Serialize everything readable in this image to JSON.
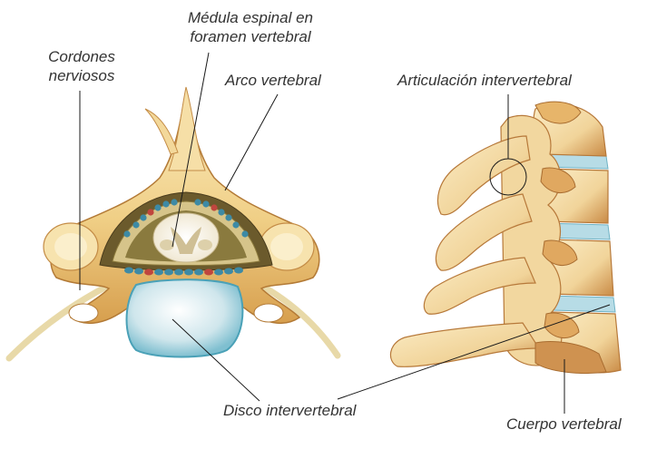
{
  "labels": {
    "medula_line1": "Médula espinal en",
    "medula_line2": "foramen vertebral",
    "cordones_line1": "Cordones",
    "cordones_line2": "nerviosos",
    "arco": "Arco vertebral",
    "articulacion": "Articulación intervertebral",
    "disco": "Disco intervertebral",
    "cuerpo": "Cuerpo vertebral"
  },
  "colors": {
    "bone": "#f0cf86",
    "bone_shadow": "#d79f4e",
    "bone_light": "#fbeec4",
    "disc": "#cfe6ec",
    "disc_edge": "#4aa1b7",
    "nerve": "#e8dcc0",
    "vessel_blue": "#3d8aa5",
    "vessel_red": "#c0463e",
    "label_text": "#333333",
    "leader_line": "#1a1a1a"
  }
}
